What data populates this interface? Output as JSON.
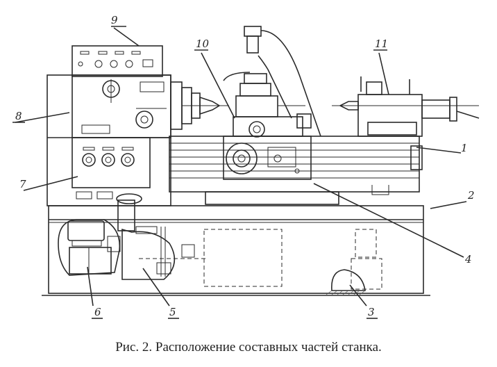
{
  "figure": {
    "caption": "Рис. 2. Расположение составных частей станка.",
    "labels": [
      {
        "id": "1",
        "text": "1"
      },
      {
        "id": "2",
        "text": "2"
      },
      {
        "id": "3",
        "text": "3"
      },
      {
        "id": "4",
        "text": "4"
      },
      {
        "id": "5",
        "text": "5"
      },
      {
        "id": "6",
        "text": "6"
      },
      {
        "id": "7",
        "text": "7"
      },
      {
        "id": "8",
        "text": "8"
      },
      {
        "id": "9",
        "text": "9"
      },
      {
        "id": "10",
        "text": "10"
      },
      {
        "id": "11",
        "text": "11"
      }
    ]
  }
}
